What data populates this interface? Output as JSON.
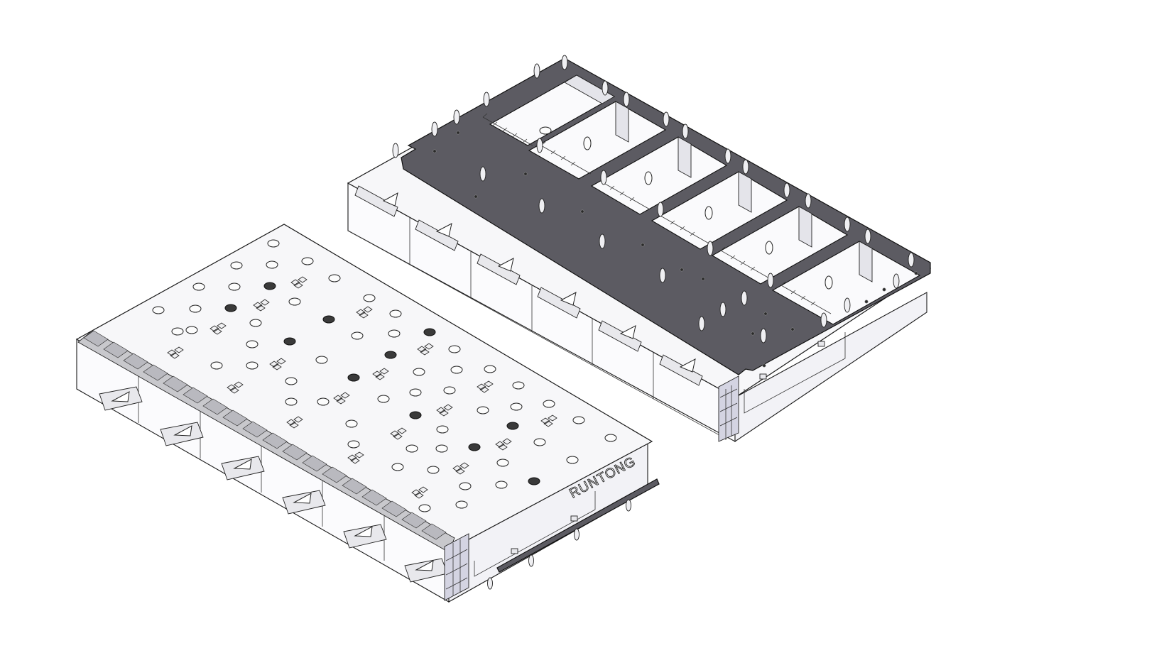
{
  "drawing": {
    "type": "isometric CAD render",
    "background": "#ffffff",
    "colors": {
      "line": "#1a1a1a",
      "sheet_metal_face": "#f7f7f9",
      "top_plate": "#5c5b62",
      "gasket": "#c8c8cc",
      "clip_tint": "#d4d4e2"
    }
  },
  "parts": [
    {
      "id": "left-cage",
      "description": "1x6 ganged SFP cage, top view with vent holes and EMI gasket",
      "ports": 6,
      "brand_label": "RUNTONG"
    },
    {
      "id": "right-cage",
      "description": "1x6 ganged SFP cage, bottom view with dark PCB plate and 6 connector cutouts",
      "ports": 6,
      "cutouts": 6
    }
  ]
}
